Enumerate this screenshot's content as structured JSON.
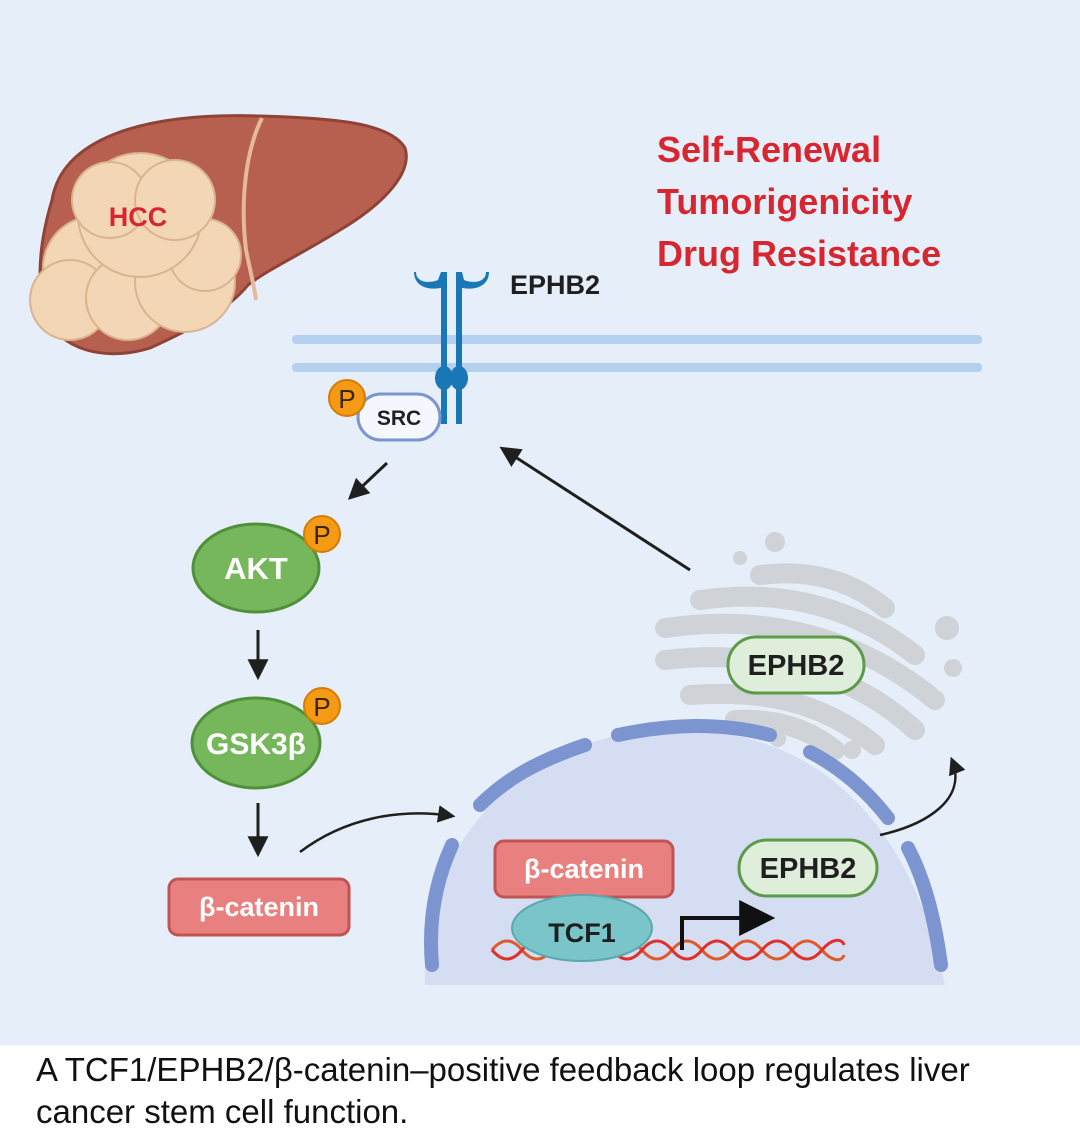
{
  "liver": {
    "tumor_label": "HCC"
  },
  "outcomes": {
    "items": [
      "Self-Renewal",
      "Tumorigenicity",
      "Drug Resistance"
    ],
    "color": "#d7262f"
  },
  "receptor": {
    "label": "EPHB2",
    "color": "#1a77b6"
  },
  "cytoplasm": {
    "src_label": "SRC",
    "akt_label": "AKT",
    "gsk3b_label": "GSK3β",
    "beta_catenin_label": "β-catenin",
    "phospho_label": "P"
  },
  "nucleus": {
    "beta_catenin_label": "β-catenin",
    "tcf1_label": "TCF1",
    "ephb2_label": "EPHB2"
  },
  "golgi": {
    "ephb2_label": "EPHB2"
  },
  "caption": "A TCF1/EPHB2/β-catenin–positive feedback loop regulates liver cancer stem cell function.",
  "colors": {
    "background": "#e6eff9",
    "membrane": "#b3d1ee",
    "liver": "#b8604f",
    "tumor": "#f2d6b6",
    "green_node": "#76b75c",
    "red_box": "#e98080",
    "phospho": "#f59a14",
    "nuclear_envelope": "#7c95d0",
    "tcf1": "#79c5c9"
  }
}
